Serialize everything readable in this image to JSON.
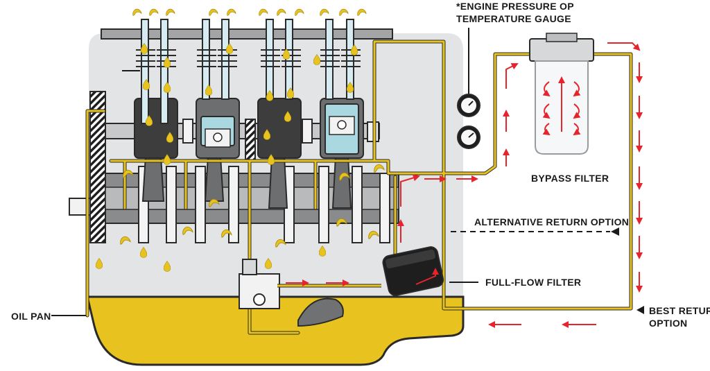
{
  "labels": {
    "gauge_line1": "*ENGINE PRESSURE OP",
    "gauge_line2": "TEMPERATURE GAUGE",
    "bypass_filter": "BYPASS FILTER",
    "alternative_return": "ALTERNATIVE RETURN OPTION",
    "full_flow_filter": "FULL-FLOW FILTER",
    "oil_pan": "OIL PAN",
    "best_return_line1": "BEST RETURN",
    "best_return_line2": "OPTION"
  },
  "colors": {
    "oil": "#e8c31f",
    "oil_dark": "#a98d0b",
    "engine_block": "#e3e4e6",
    "flow_arrow": "#e5242b",
    "outline": "#2a2a2a",
    "piston_blue": "#a9d8e0",
    "dark_part": "#3d3d3d",
    "mid_part": "#6d6e70"
  },
  "icons": {
    "gauges": "pressure-temperature-gauge-icon",
    "bypass": "bypass-filter-icon",
    "fullflow": "full-flow-filter-icon"
  }
}
